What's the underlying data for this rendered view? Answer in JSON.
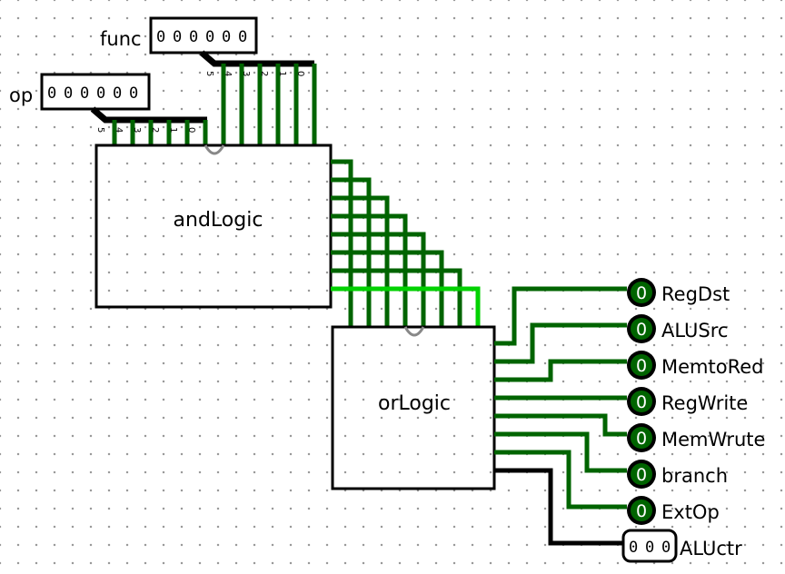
{
  "colors": {
    "wire_low": "#006400",
    "wire_high": "#00d200",
    "bus": "#000000",
    "led_on_fill": "#006400",
    "background": "#ffffff",
    "grid_dot": "#9a9a9a"
  },
  "inputs": {
    "op": {
      "label": "op",
      "value": "000000",
      "bit_indices": [
        "5",
        "4",
        "3",
        "2",
        "1",
        "0"
      ]
    },
    "func": {
      "label": "func",
      "value": "000000",
      "bit_indices": [
        "5",
        "4",
        "3",
        "2",
        "1",
        "0"
      ]
    }
  },
  "components": {
    "and_logic": {
      "label": "andLogic"
    },
    "or_logic": {
      "label": "orLogic"
    }
  },
  "outputs": [
    {
      "label": "RegDst",
      "value": "0"
    },
    {
      "label": "ALUSrc",
      "value": "0"
    },
    {
      "label": "MemtoRed",
      "value": "0"
    },
    {
      "label": "RegWrite",
      "value": "0"
    },
    {
      "label": "MemWrute",
      "value": "0"
    },
    {
      "label": "branch",
      "value": "0"
    },
    {
      "label": "ExtOp",
      "value": "0"
    }
  ],
  "aluctr": {
    "label": "ALUctr",
    "value": "000"
  }
}
